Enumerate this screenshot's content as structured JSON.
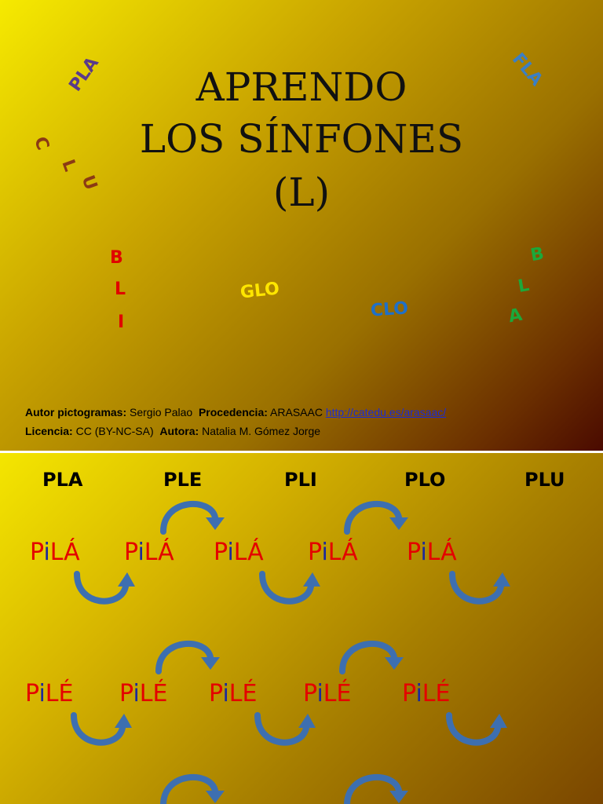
{
  "slide1": {
    "title_lines": [
      "APRENDO",
      "LOS SÍNFONES",
      "(L)"
    ],
    "decorations": {
      "pla": "PLA",
      "fla": "FLA",
      "clu": [
        "C",
        "L",
        "U"
      ],
      "bli": [
        "B",
        "L",
        "I"
      ],
      "glo": "GLO",
      "clo": "CLO",
      "bla": [
        "B",
        "L",
        "A"
      ]
    },
    "credits": {
      "autor_pict_label": "Autor pictogramas:",
      "autor_pict_value": "Sergio Palao",
      "procedencia_label": "Procedencia:",
      "procedencia_value": "ARASAAC",
      "link": "http://catedu.es/arasaac/",
      "licencia_label": "Licencia:",
      "licencia_value": "CC (BY-NC-SA)",
      "autora_label": "Autora:",
      "autora_value": "Natalia M. Gómez Jorge"
    },
    "colors": {
      "pla": "#5a3a8a",
      "fla": "#3b7fc4",
      "clu": "#8b3a14",
      "bli": "#e00000",
      "glo": "#ffe600",
      "clo": "#1e70c8",
      "bla": "#1ca83a"
    }
  },
  "slide2": {
    "syllables": [
      "PLA",
      "PLE",
      "PLI",
      "PLO",
      "PLU"
    ],
    "row1": [
      {
        "a": "P",
        "b": "i",
        "c": "LÁ"
      },
      {
        "a": "P",
        "b": "i",
        "c": "LÁ"
      },
      {
        "a": "P",
        "b": "i",
        "c": "LÁ"
      },
      {
        "a": "P",
        "b": "i",
        "c": "LÁ"
      },
      {
        "a": "P",
        "b": "i",
        "c": "LÁ"
      }
    ],
    "row2": [
      {
        "a": "P",
        "b": "i",
        "c": "LÉ"
      },
      {
        "a": "P",
        "b": "i",
        "c": "LÉ"
      },
      {
        "a": "P",
        "b": "i",
        "c": "LÉ"
      },
      {
        "a": "P",
        "b": "i",
        "c": "LÉ"
      },
      {
        "a": "P",
        "b": "i",
        "c": "LÉ"
      }
    ],
    "colors": {
      "word": "#e40000",
      "connector": "#1b2a9a",
      "arrow": "#3d6fb0"
    }
  }
}
